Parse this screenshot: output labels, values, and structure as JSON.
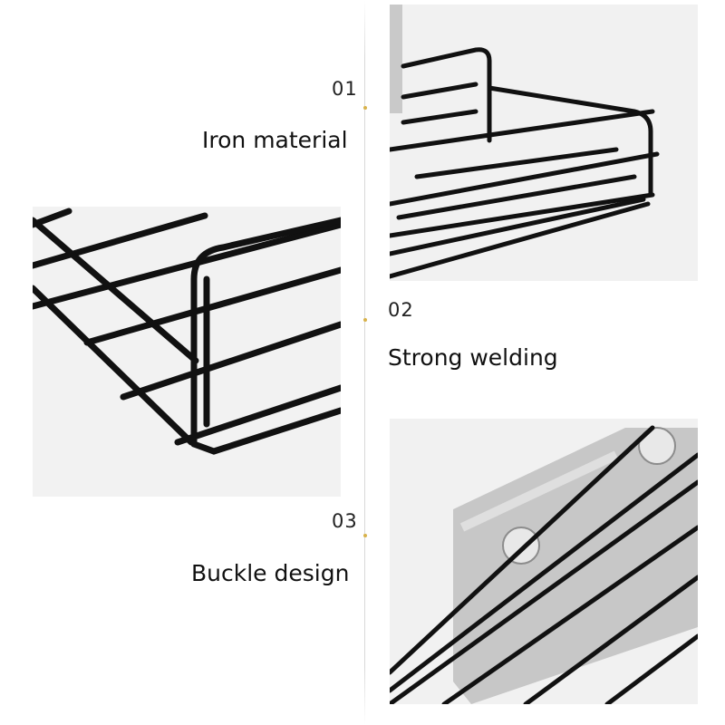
{
  "features": [
    {
      "number": "01",
      "title": "Iron material"
    },
    {
      "number": "02",
      "title": "Strong welding"
    },
    {
      "number": "03",
      "title": "Buckle design"
    }
  ],
  "colors": {
    "accent_dot": "#d8b24a",
    "wire": "#111111",
    "photo_bg": "#f1f1f1"
  }
}
